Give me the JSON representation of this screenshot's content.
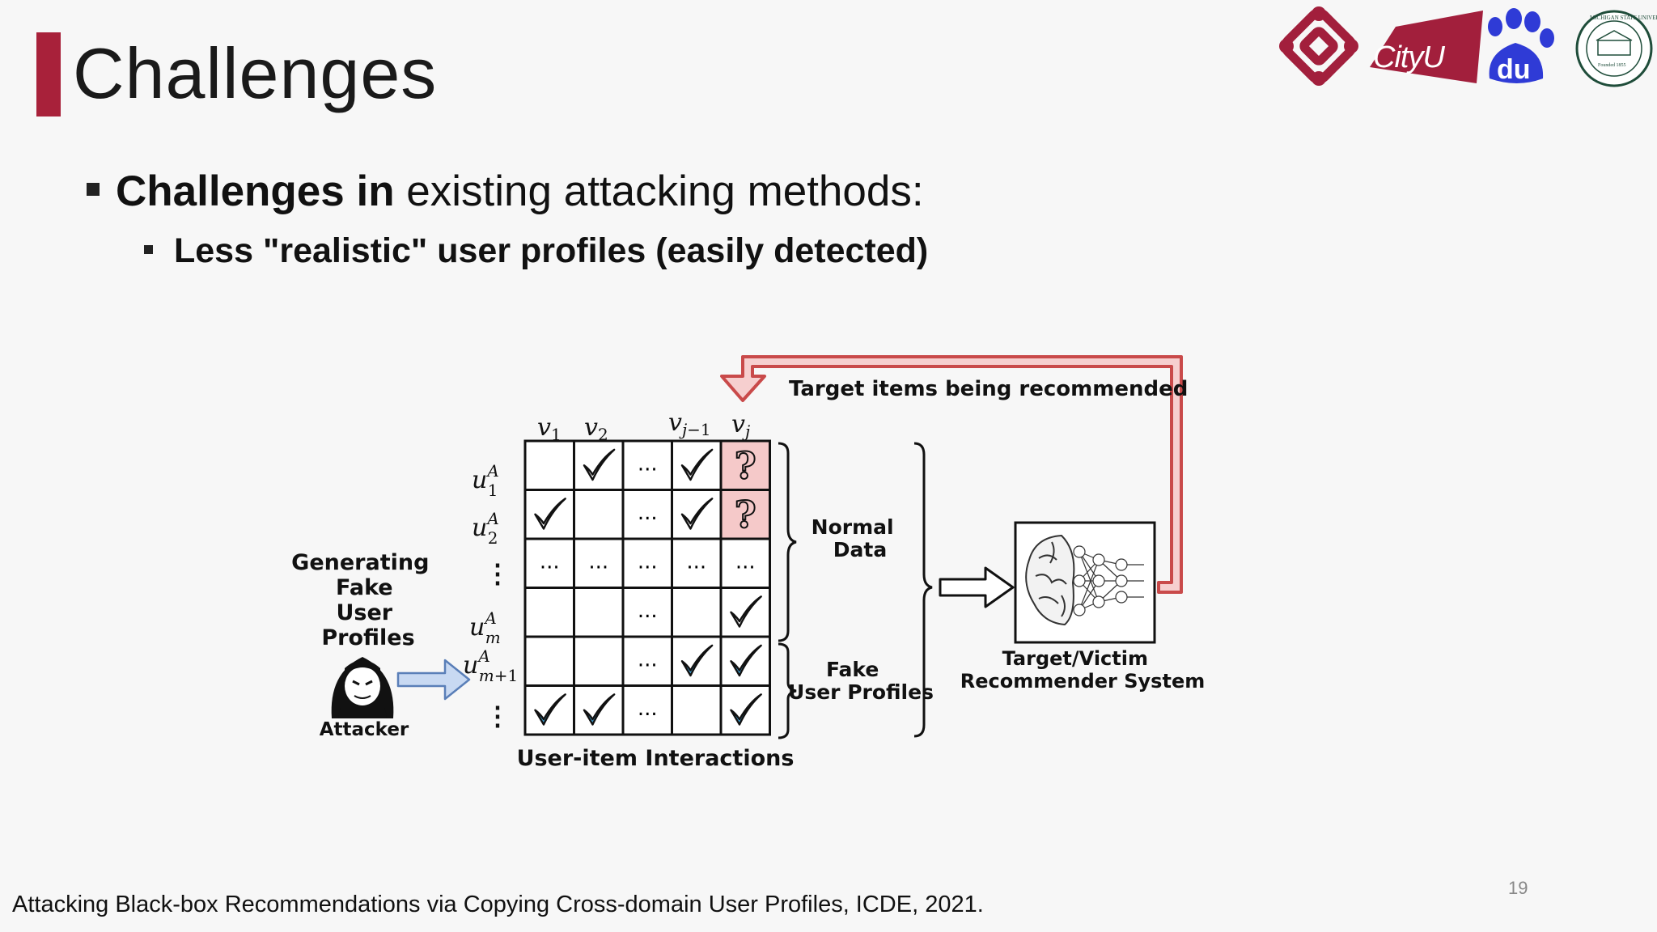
{
  "slide": {
    "title": "Challenges",
    "bullet1_bold": "Challenges in",
    "bullet1_rest": " existing attacking methods:",
    "bullet2": "Less \"realistic\" user profiles (easily detected)",
    "footer": "Attacking Black-box Recommendations via Copying Cross-domain User Profiles, ICDE, 2021.",
    "page_number": "19"
  },
  "logos": {
    "cityu_text": "CityU",
    "baidu_text": "du",
    "msu_text": "MICHIGAN STATE UNIVERSITY",
    "msu_founded": "Founded 1855"
  },
  "diagram": {
    "feedback_label": "Target items being recommended",
    "columns": [
      "v1",
      "v2",
      "vj-1",
      "vj"
    ],
    "rows": [
      "u1A",
      "u2A",
      "⋮",
      "umA",
      "um+1A",
      "⋮"
    ],
    "dots": "...",
    "grid": [
      [
        "empty",
        "check",
        "dots",
        "check",
        "question"
      ],
      [
        "check",
        "empty",
        "dots",
        "check",
        "question"
      ],
      [
        "dots",
        "dots",
        "dots",
        "dots",
        "dots"
      ],
      [
        "empty",
        "empty",
        "dots",
        "empty",
        "check"
      ],
      [
        "empty",
        "empty",
        "dots",
        "blue-check",
        "blue-check"
      ],
      [
        "blue-check",
        "blue-check",
        "dots",
        "empty",
        "blue-check"
      ]
    ],
    "left_label": [
      "Generating",
      "Fake",
      "User",
      "Profiles"
    ],
    "attacker_label": "Attacker",
    "matrix_caption": "User-item Interactions",
    "normal_label": [
      "Normal",
      "Data"
    ],
    "fake_label": [
      "Fake",
      "User Profiles"
    ],
    "system_label": [
      "Target/Victim",
      "Recommender System"
    ],
    "colors": {
      "question_fill": "#f5c9c9",
      "blue_check": "#3fa3d6",
      "feedback_fill": "#f6cfcf",
      "feedback_stroke": "#c94a4a",
      "attack_arrow": "#c8d9f2"
    }
  }
}
